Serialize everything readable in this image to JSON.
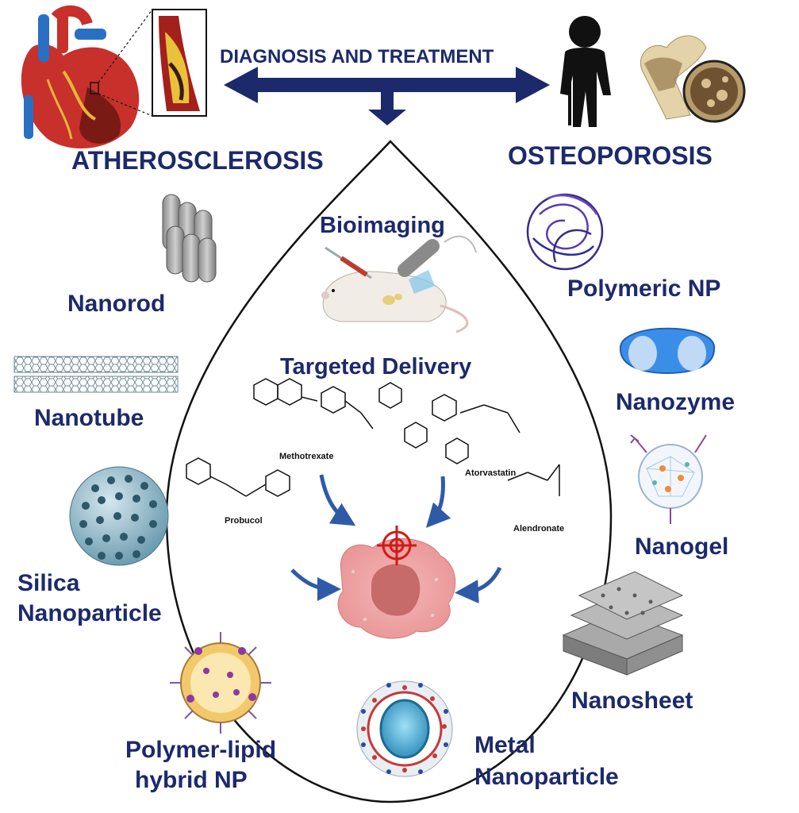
{
  "header": {
    "title": "DIAGNOSIS AND TREATMENT"
  },
  "diseases": {
    "left": "ATHEROSCLEROSIS",
    "right": "OSTEOPOROSIS"
  },
  "center": {
    "bioimaging": "Bioimaging",
    "targeted_delivery": "Targeted Delivery",
    "drugs": [
      "Methotrexate",
      "Atorvastatin",
      "Probucol",
      "Alendronate"
    ]
  },
  "nanocarriers": {
    "nanorod": "Nanorod",
    "nanotube": "Nanotube",
    "silica": [
      "Silica",
      "Nanoparticle"
    ],
    "polymer_lipid": [
      "Polymer-lipid",
      "hybrid NP"
    ],
    "metal": [
      "Metal",
      "Nanoparticle"
    ],
    "nanosheet": "Nanosheet",
    "nanogel": "Nanogel",
    "nanozyme": "Nanozyme",
    "polymeric": "Polymeric NP"
  },
  "colors": {
    "text": "#1c2a6b",
    "arrow": "#1c2a6b",
    "drug_arrow": "#2f5aa8"
  }
}
